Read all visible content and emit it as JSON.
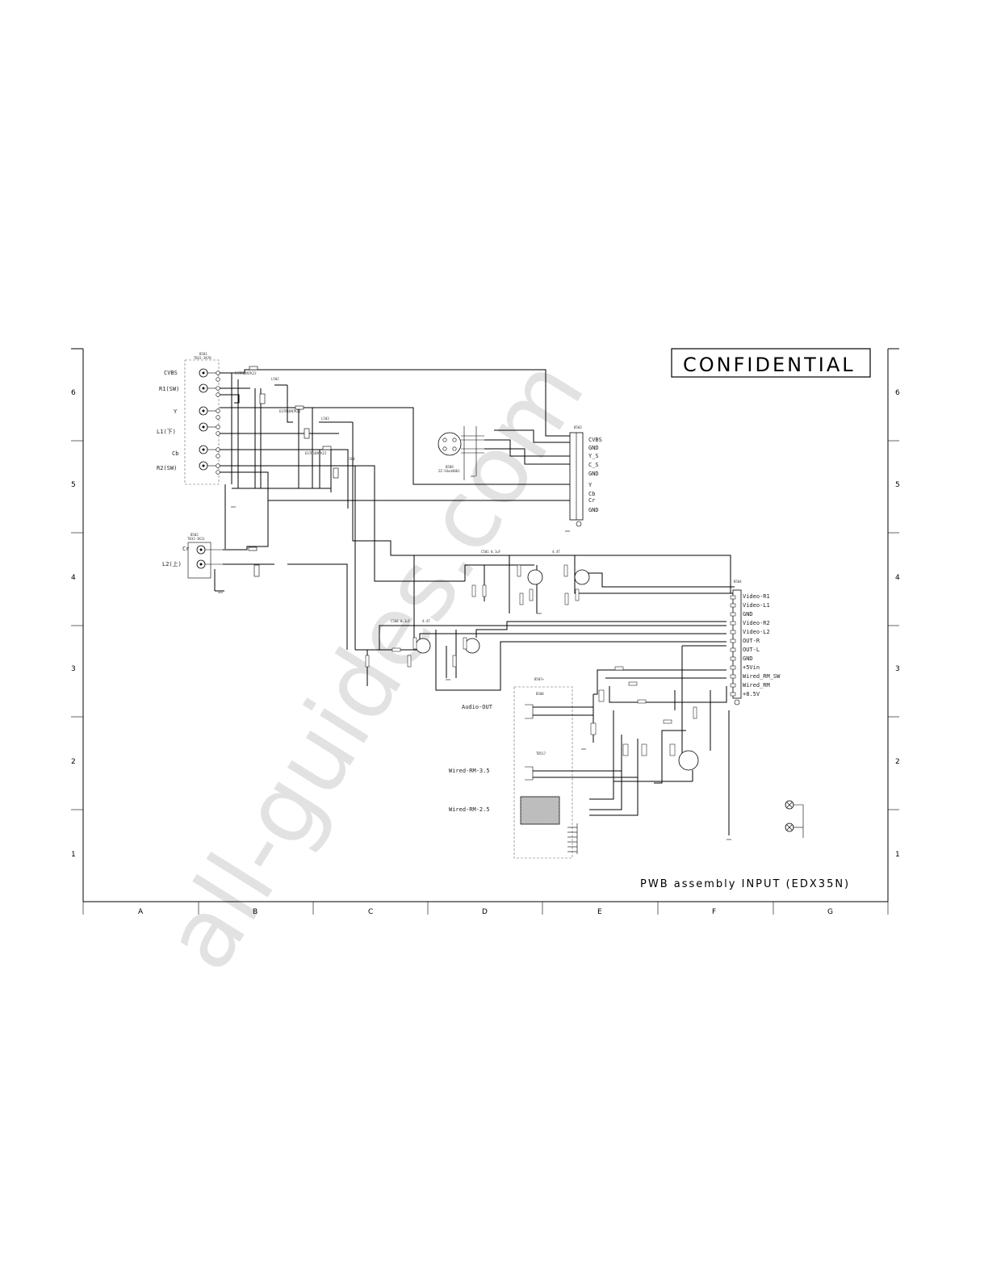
{
  "watermark": "all-guides.com",
  "confidential": "CONFIDENTIAL",
  "assembly_title": "PWB assembly INPUT (EDX35N)",
  "columns": [
    "A",
    "B",
    "C",
    "D",
    "E",
    "F",
    "G"
  ],
  "rows": [
    "6",
    "5",
    "4",
    "3",
    "2",
    "1"
  ],
  "left_jack_labels": [
    "CVBS",
    "R1(SW)",
    "Y",
    "L1(下)",
    "Cb",
    "R2(SW)",
    "Cr",
    "L2(上)"
  ],
  "upper_connector_pins": [
    "CVBS",
    "GND",
    "Y_S",
    "C_S",
    "GND",
    "Y",
    "Cb",
    "Cr",
    "GND"
  ],
  "right_connector_pins": [
    "Video-R1",
    "Video-L1",
    "GND",
    "Video-R2",
    "Video-L2",
    "OUT-R",
    "OUT-L",
    "GND",
    "+5Vin",
    "Wired_RM_SW",
    "Wired_RM",
    "+8.5V"
  ],
  "jack_labels": [
    "Audio-OUT",
    "Wired-RM-3.5",
    "Wired-RM-2.5"
  ]
}
